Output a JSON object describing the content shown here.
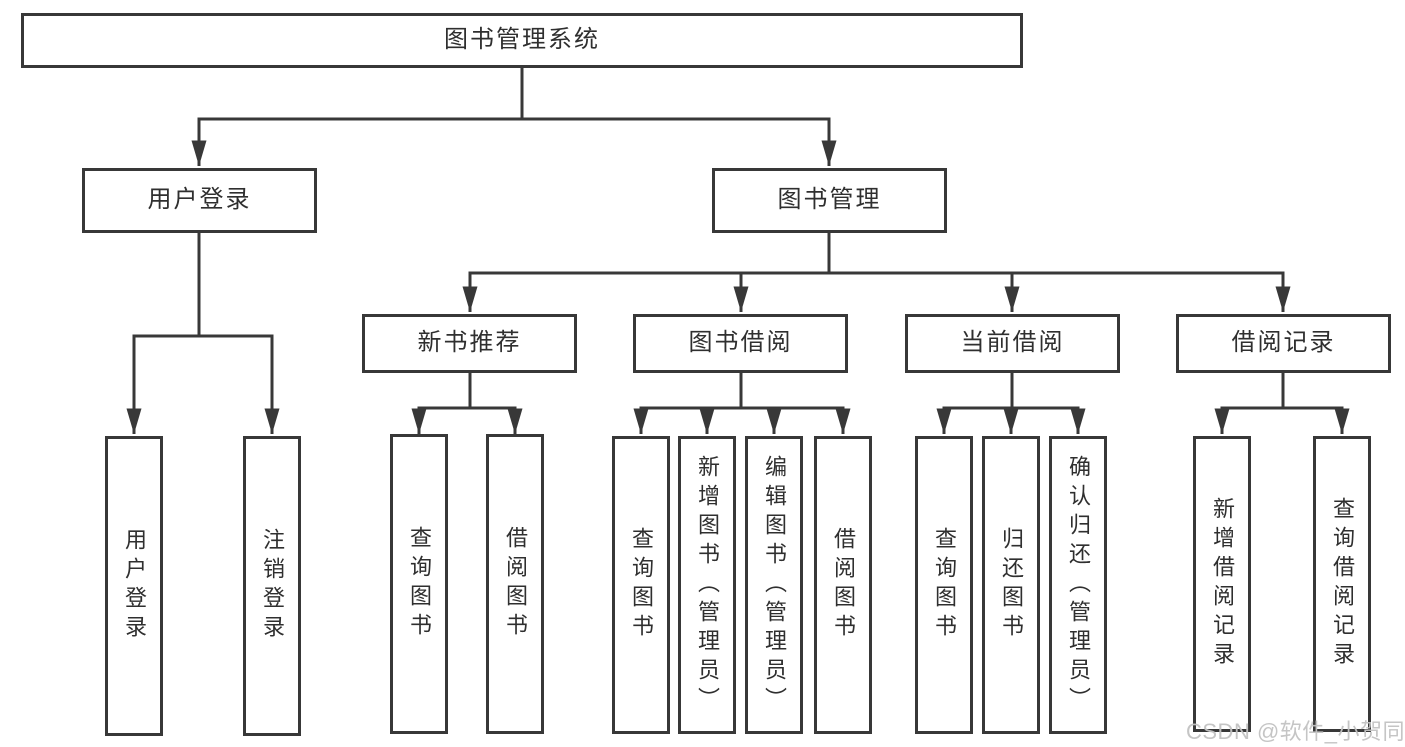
{
  "watermark": "CSDN @软件_小贺同学",
  "colors": {
    "line": "#383838",
    "text": "#2f2f2f",
    "box_fill": "#ffffff",
    "watermark": "#c2c2c2"
  },
  "tree": {
    "label": "图书管理系统",
    "children": [
      {
        "label": "用户登录",
        "children": [
          {
            "label": "用户登录"
          },
          {
            "label": "注销登录"
          }
        ]
      },
      {
        "label": "图书管理",
        "children": [
          {
            "label": "新书推荐",
            "children": [
              {
                "label": "查询图书"
              },
              {
                "label": "借阅图书"
              }
            ]
          },
          {
            "label": "图书借阅",
            "children": [
              {
                "label": "查询图书"
              },
              {
                "label": "新增图书（管理员）"
              },
              {
                "label": "编辑图书（管理员）"
              },
              {
                "label": "借阅图书"
              }
            ]
          },
          {
            "label": "当前借阅",
            "children": [
              {
                "label": "查询图书"
              },
              {
                "label": "归还图书"
              },
              {
                "label": "确认归还（管理员）"
              }
            ]
          },
          {
            "label": "借阅记录",
            "children": [
              {
                "label": "新增借阅记录"
              },
              {
                "label": "查询借阅记录"
              }
            ]
          }
        ]
      }
    ]
  }
}
